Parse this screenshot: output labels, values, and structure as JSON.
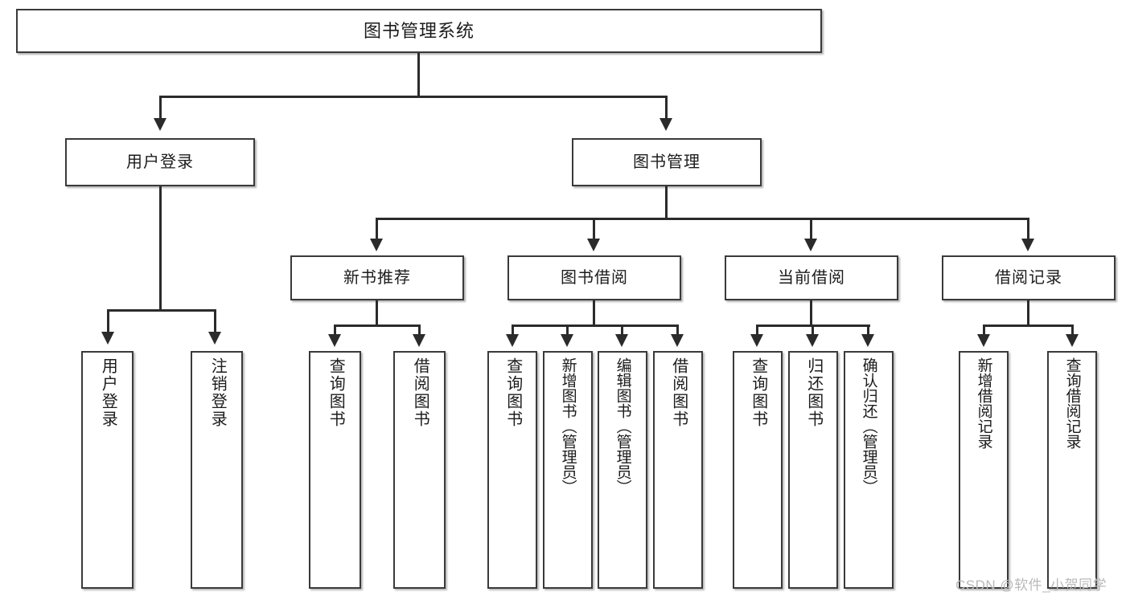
{
  "diagram": {
    "title": "图书管理系统",
    "type": "hierarchy-tree",
    "watermark": "CSDN @软件_小贺同学",
    "colors": {
      "box_border": "#3a3a3a",
      "connector": "#2b2b2b",
      "text": "#1c1c1c",
      "background": "#ffffff",
      "watermark": "#b9b9b9"
    },
    "root": {
      "label": "图书管理系统"
    },
    "level1": [
      {
        "label": "用户登录"
      },
      {
        "label": "图书管理"
      }
    ],
    "level2": [
      {
        "label": "新书推荐"
      },
      {
        "label": "图书借阅"
      },
      {
        "label": "当前借阅"
      },
      {
        "label": "借阅记录"
      }
    ],
    "leaves": {
      "user_login": [
        {
          "label": "用户登录"
        },
        {
          "label": "注销登录"
        }
      ],
      "new_book_recommend": [
        {
          "label": "查询图书"
        },
        {
          "label": "借阅图书"
        }
      ],
      "book_borrow": [
        {
          "label": "查询图书"
        },
        {
          "label": "新增图书（管理员）"
        },
        {
          "label": "编辑图书（管理员）"
        },
        {
          "label": "借阅图书"
        }
      ],
      "current_borrow": [
        {
          "label": "查询图书"
        },
        {
          "label": "归还图书"
        },
        {
          "label": "确认归还（管理员）"
        }
      ],
      "borrow_record": [
        {
          "label": "新增借阅记录"
        },
        {
          "label": "查询借阅记录"
        }
      ]
    }
  }
}
